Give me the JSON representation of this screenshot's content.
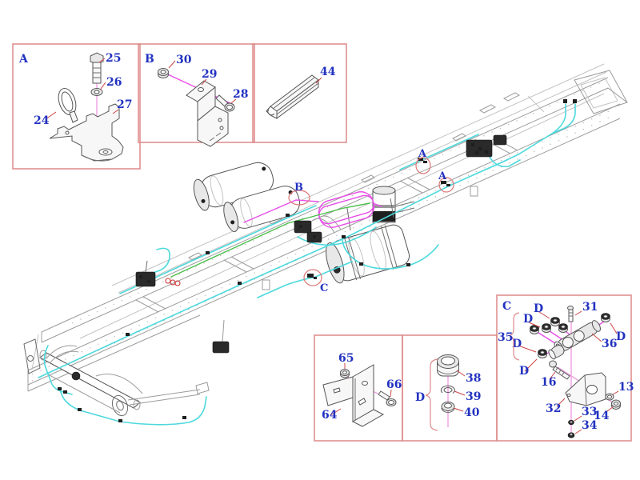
{
  "diagram_title": "truck-chassis-air-brake-parts-diagram",
  "colors": {
    "box_border": "#dd8888",
    "label_blue": "#2232c0",
    "leader_red": "#cc4444",
    "centerline_pink": "#efa0e2",
    "tube_cyan": "#4dd9dd",
    "tube_magenta": "#e84de8",
    "tube_green": "#4bbf4b",
    "frame_gray": "#9c9c9c",
    "part_dark": "#1f1f1f"
  },
  "main": {
    "section_a": "A",
    "section_b": "B",
    "section_c": "C"
  },
  "insets": {
    "a": {
      "letter": "A",
      "p24": "24",
      "p25": "25",
      "p26": "26",
      "p27": "27"
    },
    "b": {
      "letter": "B",
      "p28": "28",
      "p29": "29",
      "p30": "30"
    },
    "rail": {
      "p44": "44"
    },
    "bracket": {
      "p64": "64",
      "p65": "65",
      "p66": "66"
    },
    "d": {
      "letter": "D",
      "p38": "38",
      "p39": "39",
      "p40": "40"
    },
    "c": {
      "letter": "C",
      "d_label": "D",
      "p13": "13",
      "p14": "14",
      "p16": "16",
      "p31": "31",
      "p32": "32",
      "p33": "33",
      "p34": "34",
      "p35": "35",
      "p36": "36"
    }
  }
}
